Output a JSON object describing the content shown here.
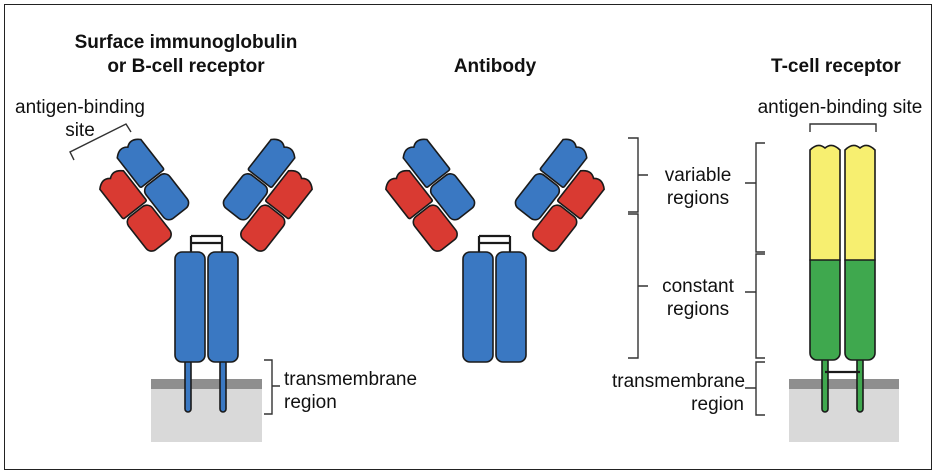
{
  "titles": {
    "bcell_line1": "Surface immunoglobulin",
    "bcell_line2": "or B-cell receptor",
    "antibody": "Antibody",
    "tcell": "T-cell receptor"
  },
  "labels": {
    "antigen_binding_left_line1": "antigen-binding",
    "antigen_binding_left_line2": "site",
    "antigen_binding_right": "antigen-binding site",
    "variable_line1": "variable",
    "variable_line2": "regions",
    "constant_line1": "constant",
    "constant_line2": "regions",
    "transmembrane_left_line1": "transmembrane",
    "transmembrane_left_line2": "region",
    "transmembrane_right_line1": "transmembrane",
    "transmembrane_right_line2": "region"
  },
  "colors": {
    "heavy_chain": "#3a78c2",
    "light_chain": "#d93a32",
    "tcr_variable": "#f7ef70",
    "tcr_constant": "#3fa84e",
    "membrane_band": "#8e8e8e",
    "cell_interior": "#d9d9d9",
    "outline": "#1a1a1a",
    "bracket": "#333333"
  }
}
